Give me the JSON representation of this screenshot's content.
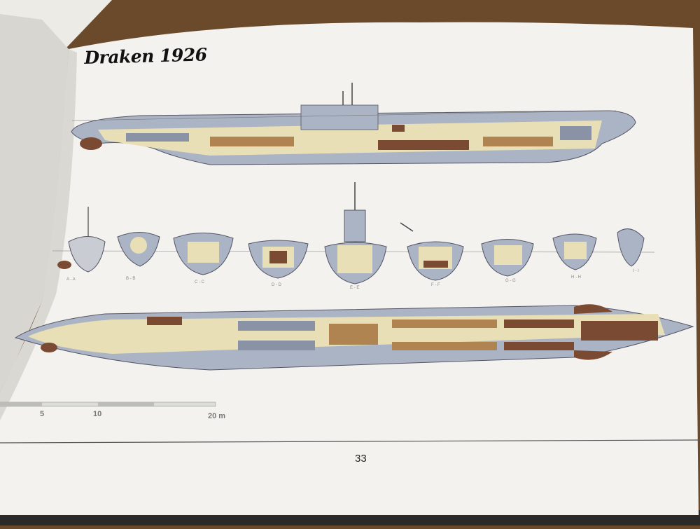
{
  "book": {
    "title": "Draken 1926",
    "page_number": "33",
    "scale_labels": [
      "5",
      "10",
      "20 m"
    ],
    "section_labels": [
      "A - A",
      "B - B",
      "C - C",
      "D - D",
      "E - E",
      "F - F",
      "G - G",
      "H - H",
      "I - I"
    ]
  },
  "colors": {
    "hull_gray": "#aab4c4",
    "interior_cream": "#e9dfb6",
    "machinery_brown": "#7a4a32",
    "wood_tan": "#b08450",
    "paper": "#f4f3ef",
    "table_wood": "#6b4a2c"
  }
}
